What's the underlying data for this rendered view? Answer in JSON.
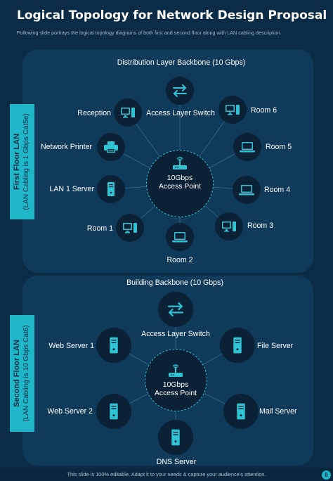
{
  "title": "Logical Topology for Network Design Proposal",
  "subtitle": "Following slide portrays the logical topology diagrams of both first and second floor along with LAN cabling description.",
  "colors": {
    "background": "#0b2c46",
    "panel": "#0f3a5a",
    "accent": "#1fb6c7",
    "node": "#0a2136",
    "icon": "#2fc3d3"
  },
  "first_floor": {
    "band_title": "First Floor LAN",
    "band_subtitle": "(LAN Cabling is 1 Gbps Cat5e)",
    "backbone": "Distribution Layer Backbone (10 Gbps)",
    "switch": "Access Layer Switch",
    "hub_line1": "10Gbps",
    "hub_line2": "Access Point",
    "nodes": {
      "reception": "Reception",
      "network_printer": "Network Printer",
      "lan1_server": "LAN 1 Server",
      "room1": "Room 1",
      "room2": "Room 2",
      "room3": "Room 3",
      "room4": "Room 4",
      "room5": "Room 5",
      "room6": "Room 6"
    }
  },
  "second_floor": {
    "band_title": "Second Floor LAN",
    "band_subtitle": "(LAN Cabling is 10 Gbps Cat6)",
    "backbone": "Building Backbone (10 Gbps)",
    "switch": "Access Layer Switch",
    "hub_line1": "10Gbps",
    "hub_line2": "Access Point",
    "nodes": {
      "web_server1": "Web Server 1",
      "file_server": "File Server",
      "web_server2": "Web Server 2",
      "mail_server": "Mail Server",
      "dns_server": "DNS Server"
    }
  },
  "footer": {
    "text": "This slide is 100% editable. Adapt it to your needs & capture your audience’s attention.",
    "page_number": "8"
  }
}
